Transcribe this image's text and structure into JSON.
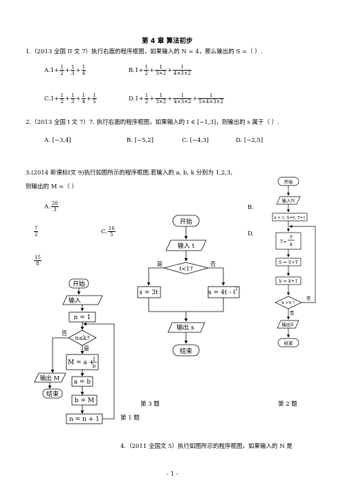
{
  "header": {
    "chapter": "第 4 章  算法初步"
  },
  "q1": {
    "text": "1.（2013 全国 II 文 7）执行右面的程序框图，如果输入的 N = 4，那么输出的 S =（    ）.",
    "A_label": "A.1+",
    "B_label": "B.1+",
    "C_label": "C.1+",
    "D_label": "D.1+",
    "plus": "+",
    "A": [
      [
        "1",
        "2"
      ],
      [
        "1",
        "3"
      ],
      [
        "1",
        "4"
      ]
    ],
    "B": [
      [
        "1",
        "2"
      ],
      [
        "1",
        "3×2"
      ],
      [
        "1",
        "4×3×2"
      ]
    ],
    "C": [
      [
        "1",
        "2"
      ],
      [
        "1",
        "3"
      ],
      [
        "1",
        "4"
      ],
      [
        "1",
        "5"
      ]
    ],
    "D": [
      [
        "1",
        "2"
      ],
      [
        "1",
        "3×2"
      ],
      [
        "1",
        "4×3×2"
      ],
      [
        "1",
        "5×4×3×2"
      ]
    ]
  },
  "q2": {
    "text": "2.（2013 全国 I 文 7）7. 执行右面的程序框图，如果输入的 t ∈ [−1,3]，则输出的 s 属于（    ）.",
    "A": "A.  [−3,4]",
    "B": "B.  [−5,2]",
    "C": "C.  [−4,3]",
    "D": "D.  [−2,5]"
  },
  "q3": {
    "text1": "3.(2014 新课标Ⅰ文 9)执行如图所示的程序框图,若输入的 a, b, k 分别为 1,2,3,",
    "text2": "则输出的 M =（    ）",
    "A_label": "A.",
    "A_num": "20",
    "A_den": "3",
    "B_label": "B.",
    "B_num": "7",
    "B_den": "2",
    "C_label": "C.",
    "C_num": "16",
    "C_den": "5",
    "D_label": "D.",
    "D_num": "15",
    "D_den": "8"
  },
  "flow1": {
    "start": "开始",
    "input": "输入",
    "n1": "n = 1",
    "cond": "n≤k?",
    "no": "否",
    "yes": "是",
    "assign_m": "M = a + 1/b",
    "m_pre": "M = a +",
    "m_num": "1",
    "m_den": "b",
    "ab": "a = b",
    "bm": "b = M",
    "nn": "n = n + 1",
    "output": "输出 M",
    "end": "结束",
    "caption": "第 1 题"
  },
  "flow3": {
    "start": "开始",
    "input": "输入 t",
    "cond": "t<1?",
    "yes": "是",
    "no": "否",
    "s1": "s = 3t",
    "s2": "s = 4t - t",
    "s2_sup": "2",
    "output": "输出 s",
    "end": "结束",
    "caption": "第 3 题"
  },
  "flow2": {
    "start": "开始",
    "input": "输入N",
    "init": "k = 1, S=0, T=1",
    "t_pre": "T=",
    "t_num": "T",
    "t_den": "k",
    "s": "S = S+T",
    "k": "k = k+1",
    "cond": "k >N ?",
    "no": "否",
    "yes": "是",
    "output": "输出S",
    "end": "结束",
    "caption": "第 2 题"
  },
  "q4": {
    "text": "4.（2011 全国文 5）执行如图所示的程序框图，如果输入的 N 是"
  },
  "footer": {
    "page": "- 1 -"
  }
}
